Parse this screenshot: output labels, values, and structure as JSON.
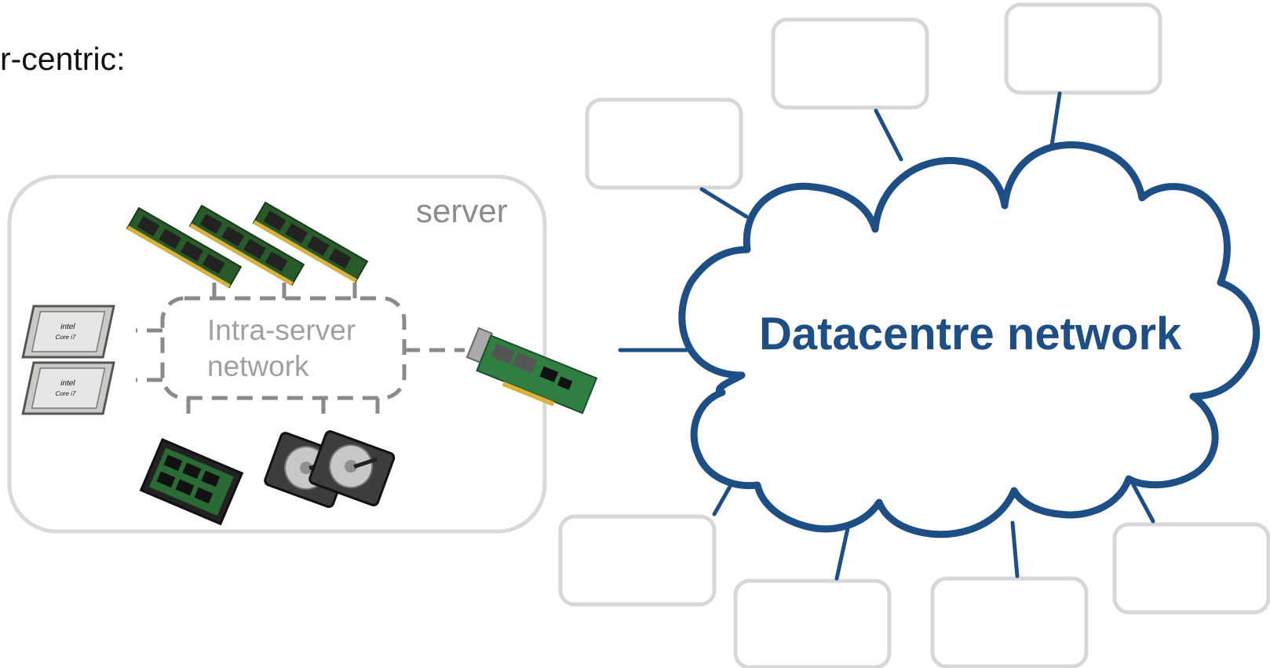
{
  "heading": {
    "text": "r-centric:"
  },
  "server": {
    "label": "server",
    "intra_network_label_line1": "Intra-server",
    "intra_network_label_line2": "network",
    "cpu_chip_text_1": "intel",
    "cpu_chip_text_2": "Core i7"
  },
  "cloud": {
    "label": "Datacentre network"
  },
  "colors": {
    "cloud_stroke": "#1d4f86",
    "link_line": "#1d4f86",
    "box_stroke": "#d7d7d7",
    "server_stroke": "#d9d9d9",
    "dashed_stroke": "#8a8a8a",
    "label_gray": "#8c8c8c"
  }
}
